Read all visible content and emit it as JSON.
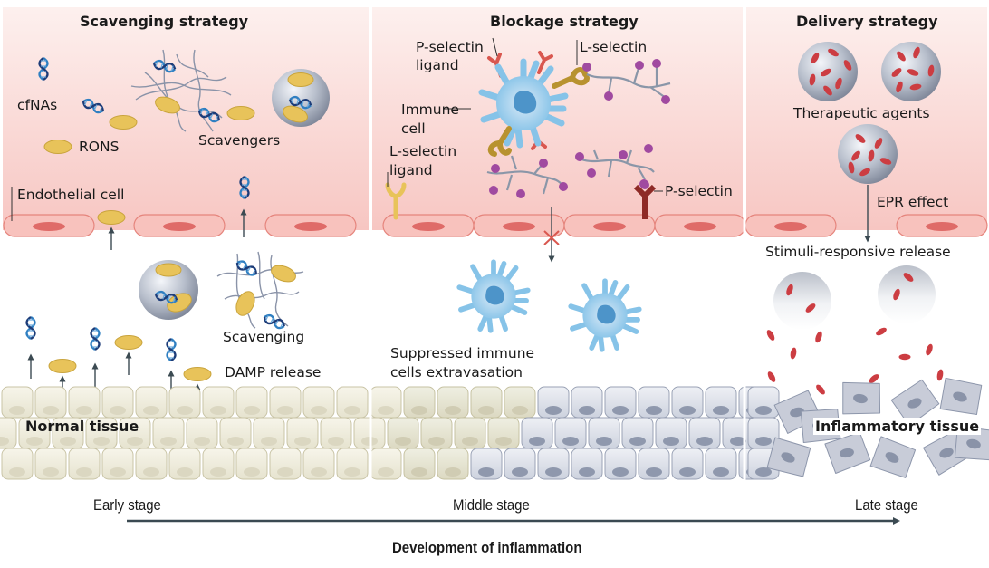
{
  "figure": {
    "panels": [
      {
        "id": "scavenging",
        "title": "Scavenging strategy"
      },
      {
        "id": "blockage",
        "title": "Blockage strategy"
      },
      {
        "id": "delivery",
        "title": "Delivery strategy"
      }
    ],
    "labels": {
      "cfnas": "cfNAs",
      "rons": "RONS",
      "scavengers": "Scavengers",
      "endothelial_cell": "Endothelial cell",
      "scavenging": "Scavenging",
      "damp_release": "DAMP release",
      "normal_tissue": "Normal tissue",
      "p_selectin_ligand_1": "P-selectin",
      "p_selectin_ligand_2": "ligand",
      "l_selectin": "L-selectin",
      "immune_cell_1": "Immune",
      "immune_cell_2": "cell",
      "l_selectin_ligand_1": "L-selectin",
      "l_selectin_ligand_2": "ligand",
      "p_selectin": "P-selectin",
      "suppressed_1": "Suppressed immune",
      "suppressed_2": "cells extravasation",
      "therapeutic_agents": "Therapeutic agents",
      "epr_effect": "EPR effect",
      "stimuli_release": "Stimuli-responsive release",
      "inflammatory_tissue": "Inflammatory tissue"
    },
    "timeline": {
      "stages": [
        "Early stage",
        "Middle stage",
        "Late stage"
      ],
      "caption": "Development of inflammation"
    },
    "colors": {
      "vessel_top": "#fde9e6",
      "vessel_bottom": "#f7c4c0",
      "endothelium": "#f8c2bd",
      "endothelium_border": "#e5847c",
      "nucleus_red": "#df6b68",
      "rons_yellow": "#e8c35a",
      "immune_blue": "#86c3e8",
      "immune_nucleus": "#4d94c9",
      "p_selectin_ligand": "#d9574f",
      "l_selectin": "#b8922f",
      "p_selectin": "#8e2a26",
      "ligand_purple": "#a04aa0",
      "drug_red": "#cc3d42",
      "normal_tissue": "#ece9d8",
      "inflamed_tissue": "#c8ccd8",
      "arrow": "#3b4a52"
    }
  }
}
